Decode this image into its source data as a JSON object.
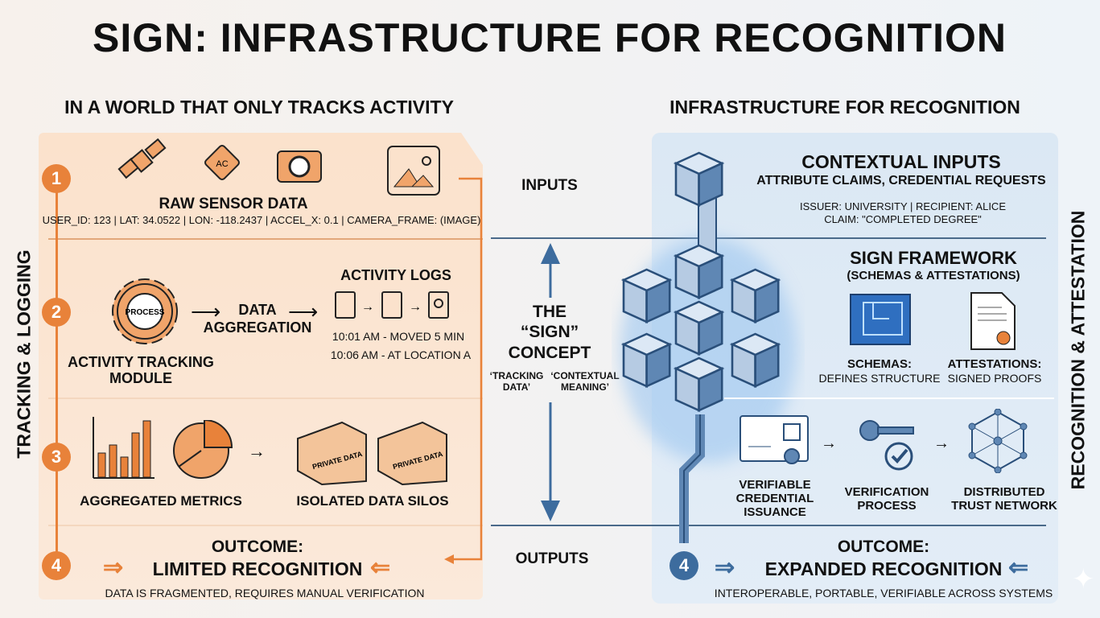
{
  "title": "SIGN: INFRASTRUCTURE FOR RECOGNITION",
  "left": {
    "heading": "IN A WORLD THAT ONLY TRACKS ACTIVITY",
    "side_label": "TRACKING & LOGGING",
    "steps": [
      "1",
      "2",
      "3",
      "4"
    ],
    "raw": {
      "title": "RAW SENSOR DATA",
      "detail": "USER_ID: 123 | LAT: 34.0522 | LON: -118.2437 | ACCEL_X: 0.1 | CAMERA_FRAME: (IMAGE)",
      "accel_icon_text": "AC"
    },
    "tracking": {
      "gear_text": "PROCESS",
      "module": "ACTIVITY TRACKING",
      "module2": "MODULE",
      "aggregation": "DATA",
      "aggregation2": "AGGREGATION",
      "logs_title": "ACTIVITY LOGS",
      "log1": "10:01 AM - MOVED 5 MIN",
      "log2": "10:06 AM - AT LOCATION A"
    },
    "metrics": {
      "metrics_label": "AGGREGATED METRICS",
      "silos_label": "ISOLATED DATA SILOS",
      "box_text": "PRIVATE DATA"
    },
    "outcome": {
      "l1": "OUTCOME:",
      "l2": "LIMITED RECOGNITION",
      "l3": "DATA IS FRAGMENTED, REQUIRES MANUAL VERIFICATION"
    }
  },
  "center": {
    "inputs": "INPUTS",
    "outputs": "OUTPUTS",
    "concept1": "THE",
    "concept2": "“SIGN”",
    "concept3": "CONCEPT",
    "tracking1": "‘TRACKING",
    "tracking2": "DATA’",
    "contextual1": "‘CONTEXTUAL",
    "contextual2": "MEANING’"
  },
  "right": {
    "heading": "INFRASTRUCTURE FOR RECOGNITION",
    "side_label": "RECOGNITION & ATTESTATION",
    "ctx": {
      "title": "CONTEXTUAL INPUTS",
      "sub": "ATTRIBUTE CLAIMS, CREDENTIAL REQUESTS",
      "d1": "ISSUER: UNIVERSITY | RECIPIENT: ALICE",
      "d2": "CLAIM: \"COMPLETED DEGREE\""
    },
    "framework": {
      "title": "SIGN FRAMEWORK",
      "sub": "(SCHEMAS & ATTESTATIONS)",
      "schemas": "SCHEMAS:",
      "schemas_d": "DEFINES STRUCTURE",
      "att": "ATTESTATIONS:",
      "att_d": "SIGNED PROOFS"
    },
    "flow": {
      "c1": "VERIFIABLE",
      "c2": "CREDENTIAL",
      "c3": "ISSUANCE",
      "v1": "VERIFICATION",
      "v2": "PROCESS",
      "n1": "DISTRIBUTED",
      "n2": "TRUST NETWORK"
    },
    "step": "4",
    "outcome": {
      "l1": "OUTCOME:",
      "l2": "EXPANDED RECOGNITION",
      "l3": "INTEROPERABLE, PORTABLE, VERIFIABLE ACROSS SYSTEMS"
    }
  },
  "colors": {
    "orange": "#e8823a",
    "blue": "#3d6c9e",
    "peach": "#fbe4cf",
    "lightblue": "#dce9f5"
  }
}
